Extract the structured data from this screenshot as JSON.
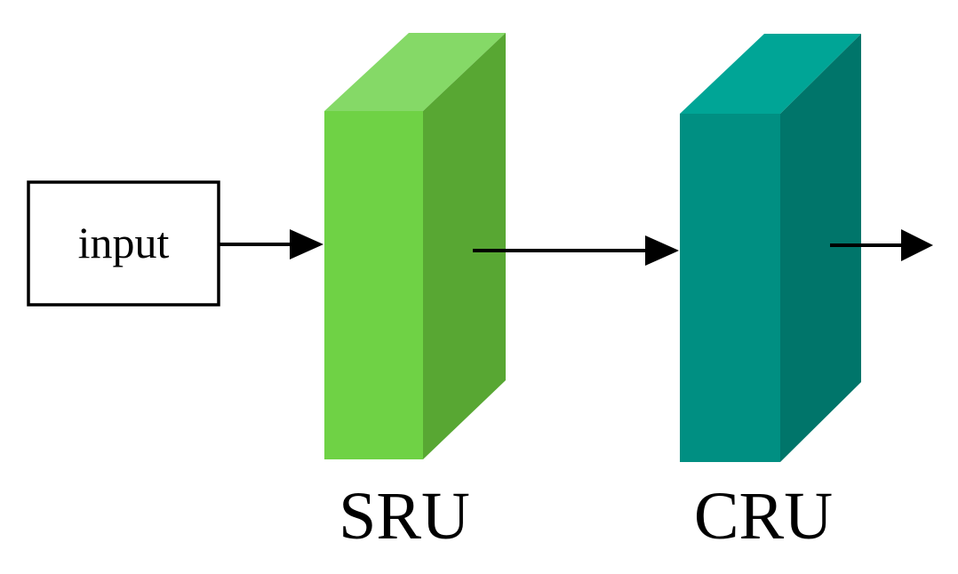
{
  "input_box": {
    "label": "input"
  },
  "blocks": [
    {
      "id": "sru",
      "label": "SRU",
      "colors": {
        "front": "#6fd245",
        "side": "#58a733",
        "top": "#85d967"
      }
    },
    {
      "id": "cru",
      "label": "CRU",
      "colors": {
        "front": "#008f82",
        "side": "#00756a",
        "top": "#00a596"
      }
    }
  ],
  "arrow_color": "#000000"
}
